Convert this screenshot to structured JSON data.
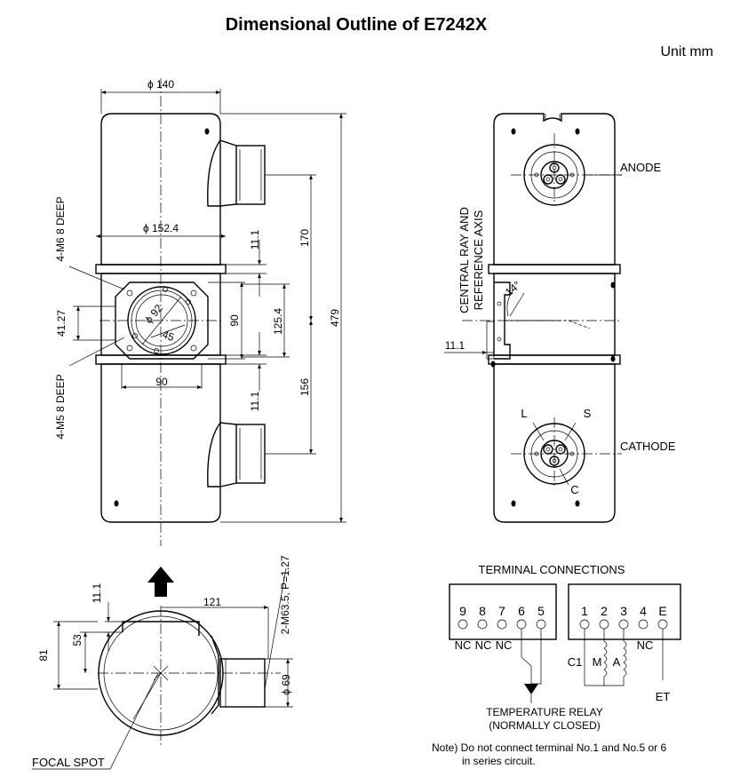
{
  "title": "Dimensional Outline of E7242X",
  "unit": "Unit mm",
  "front_view": {
    "dim_top_width": "ϕ 140",
    "dim_flange_width": "ϕ 152.4",
    "dim_port_width": "90",
    "dim_window_height": "90",
    "dim_center_height": "41.27",
    "dim_upper_gap": "11.1",
    "dim_lower_gap": "11.1",
    "dim_upper_length": "170",
    "dim_lower_length": "156",
    "dim_port_span": "125.4",
    "dim_total_length": "479",
    "dim_window_dia": "ϕ 92",
    "dim_window_angle": "45",
    "label_m6_holes": "4-M6 8 DEEP",
    "label_m5_holes": "4-M5 8 DEEP"
  },
  "side_view": {
    "label_anode": "ANODE",
    "label_cathode": "CATHODE",
    "label_axis": [
      "CENTRAL RAY AND",
      "REFERENCE AXIS"
    ],
    "dim_angle": "14°",
    "dim_offset": "11.1",
    "pin_l": "L",
    "pin_s": "S",
    "pin_c": "C"
  },
  "end_view": {
    "dim_gap": "11.1",
    "dim_121": "121",
    "dim_53": "53",
    "dim_81": "81",
    "dim_69": "ϕ 69",
    "dim_thread": "2-M63.5, P=1.27",
    "label_focal_spot": "FOCAL SPOT"
  },
  "terminals": {
    "heading": "TERMINAL CONNECTIONS",
    "left_numbers": [
      "9",
      "8",
      "7",
      "6",
      "5"
    ],
    "right_numbers": [
      "1",
      "2",
      "3",
      "4",
      "E"
    ],
    "nc_labels": [
      "NC",
      "NC",
      "NC"
    ],
    "nc_right": "NC",
    "label_c1": "C1",
    "label_m": "M",
    "label_a": "A",
    "label_et": "ET",
    "relay_line1": "TEMPERATURE RELAY",
    "relay_line2": "(NORMALLY CLOSED)",
    "note_line1": "Note) Do not connect terminal No.1 and No.5 or 6",
    "note_line2": "in series circuit."
  }
}
